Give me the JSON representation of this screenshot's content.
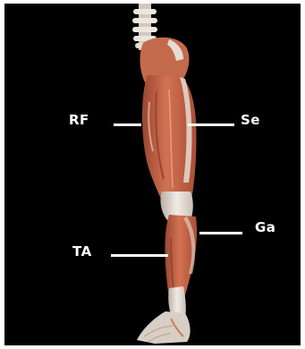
{
  "figure": {
    "background_color": "#000000",
    "muscle_color": "#c8664a",
    "tendon_color": "#e6dcd2",
    "bone_color": "#ece6dc"
  },
  "labels": {
    "rf": "RF",
    "se": "Se",
    "ga": "Ga",
    "ta": "TA"
  }
}
